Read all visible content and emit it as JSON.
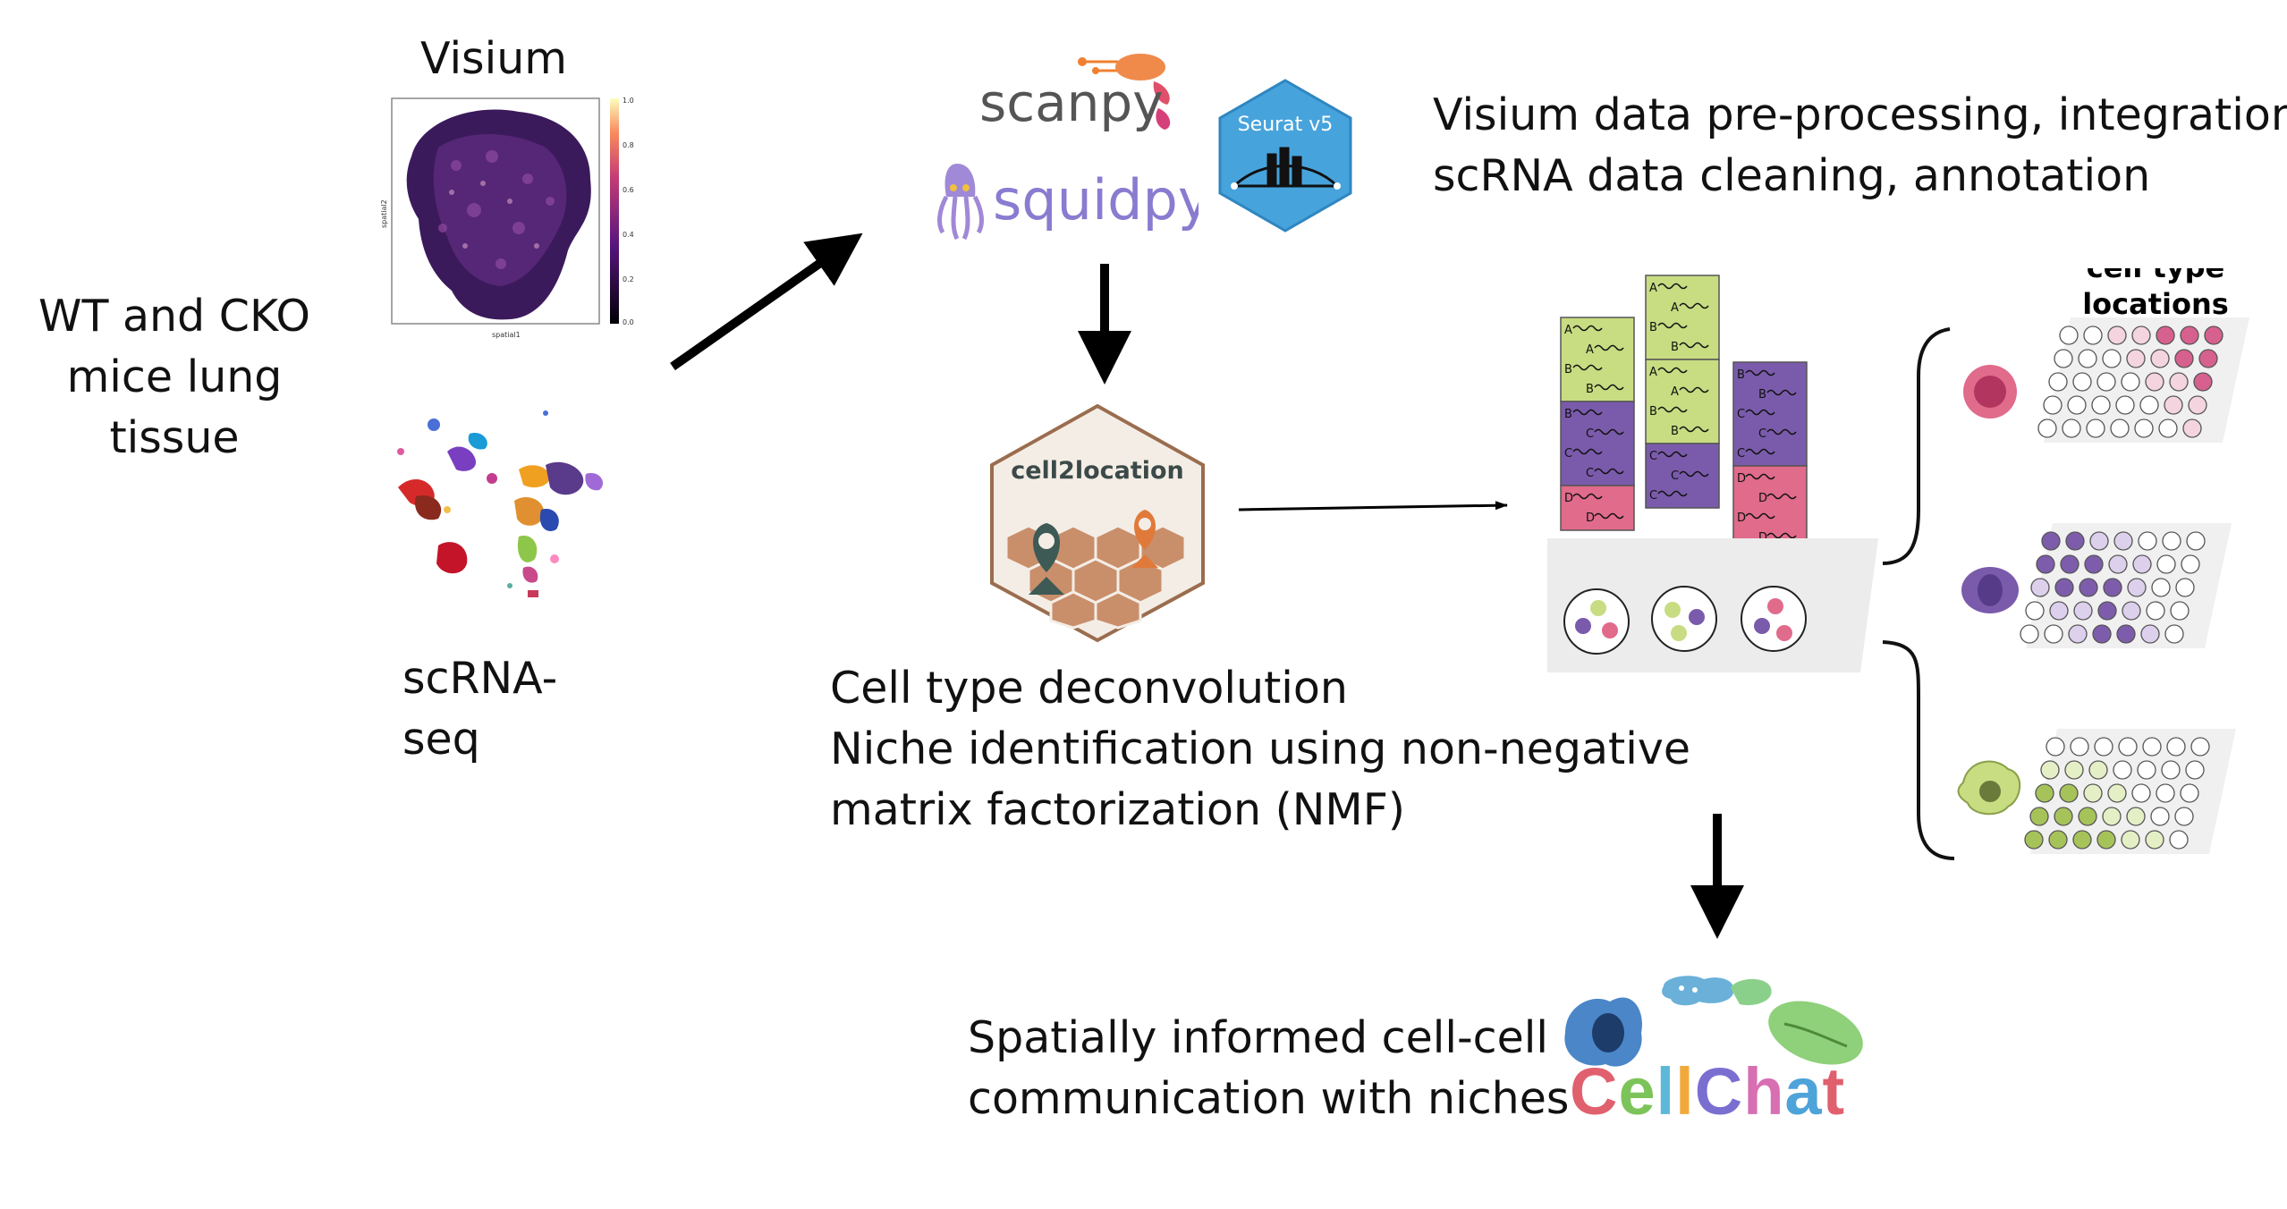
{
  "inputs": {
    "tissue_label_lines": [
      "WT and CKO",
      "mice lung",
      "tissue"
    ],
    "visium_title": "Visium",
    "visium_plot": {
      "xlabel": "spatial1",
      "ylabel": "spatial2",
      "colorbar_ticks": [
        "1.0",
        "0.8",
        "0.6",
        "0.4",
        "0.2",
        "0.0"
      ]
    },
    "scrna_label_lines": [
      "scRNA-",
      "seq"
    ]
  },
  "tools": {
    "scanpy": "scanpy",
    "squidpy": "squidpy",
    "seurat": "Seurat v5",
    "cell2location": "cell2location",
    "cellchat": [
      "C",
      "e",
      "l",
      "l",
      "C",
      "h",
      "a",
      "t"
    ],
    "cellchat_colors": [
      "#e0606e",
      "#7cc45a",
      "#5db7d8",
      "#f2a93b",
      "#7a6fd0",
      "#d86fb3",
      "#4ea3d9",
      "#e0606e"
    ]
  },
  "steps": {
    "preprocessing_lines": [
      "Visium data pre-processing, integration",
      "scRNA data cleaning, annotation"
    ],
    "deconvolution_lines": [
      "Cell type deconvolution",
      "Niche identification using non-negative",
      "matrix factorization (NMF)"
    ],
    "communication_lines": [
      "Spatially informed cell-cell",
      "communication with niches"
    ]
  },
  "matrix": {
    "title_lines": [
      "cell type",
      "locations"
    ],
    "col1": [
      "A",
      "A",
      "B",
      "B",
      "B",
      "C",
      "C",
      "C",
      "D",
      "D"
    ],
    "col2": [
      "A",
      "A",
      "B",
      "B",
      "A",
      "A",
      "B",
      "B",
      "C",
      "C",
      "C"
    ],
    "col3": [
      "B",
      "B",
      "C",
      "C",
      "C",
      "D",
      "D",
      "D",
      "D"
    ]
  },
  "colors": {
    "pink": "#e06b8b",
    "purple": "#7a5bab",
    "green": "#c8dc82",
    "arrow": "#000000",
    "seurat_blue": "#47a3dc"
  }
}
